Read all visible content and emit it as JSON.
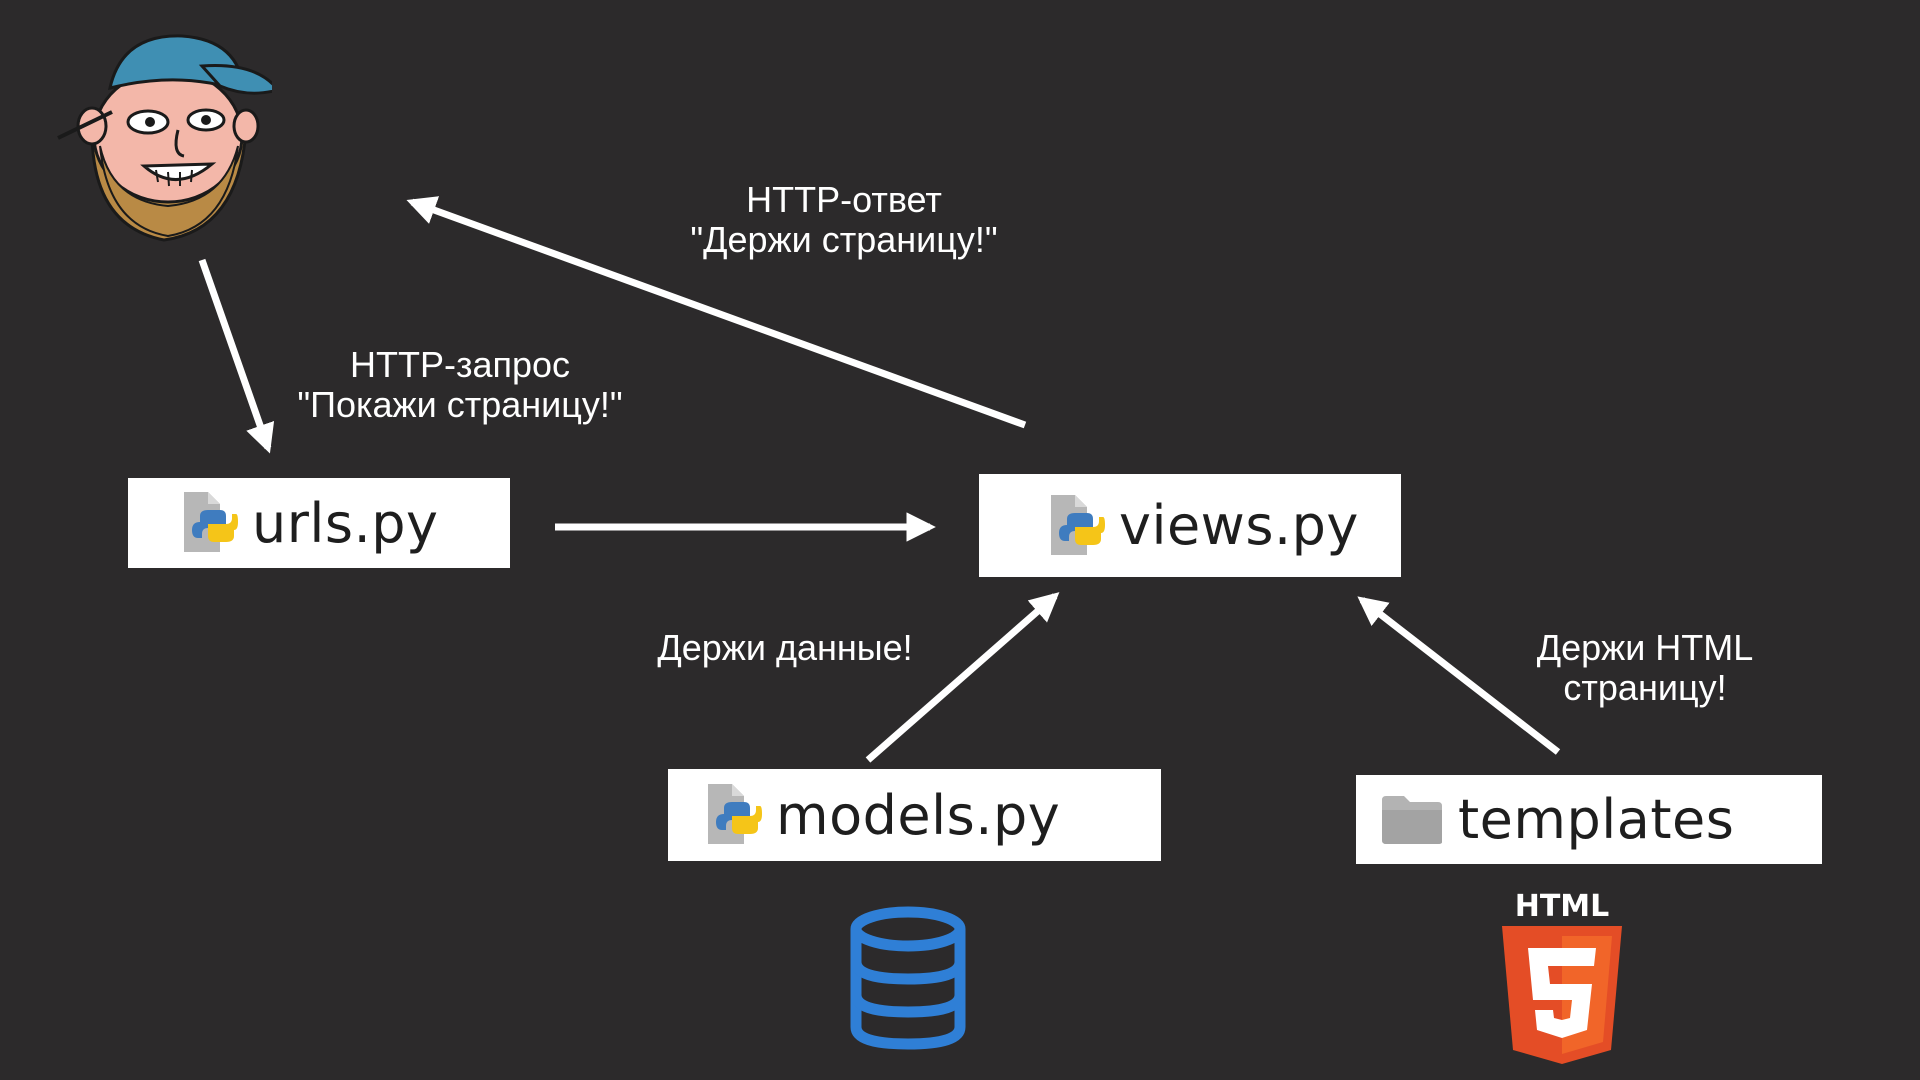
{
  "files": {
    "urls": "urls.py",
    "views": "views.py",
    "models": "models.py",
    "templates": "templates"
  },
  "labels": {
    "response": {
      "line1": "HTTP-ответ",
      "line2": "\"Держи страницу!\""
    },
    "request": {
      "line1": "HTTP-запрос",
      "line2": "\"Покажи страницу!\""
    },
    "data": "Держи данные!",
    "html": {
      "line1": "Держи HTML",
      "line2": "страницу!"
    }
  },
  "html5_logo_text": "HTML",
  "icons": {
    "python_file": "python-file-icon",
    "folder": "folder-icon",
    "database": "database-icon",
    "html5": "html5-logo",
    "avatar": "bearded-man-avatar"
  },
  "colors": {
    "background": "#2c2a2b",
    "box": "#ffffff",
    "arrow": "#ffffff",
    "database": "#2f7fd6",
    "html5_orange": "#e44d26",
    "html5_light": "#f16529"
  }
}
